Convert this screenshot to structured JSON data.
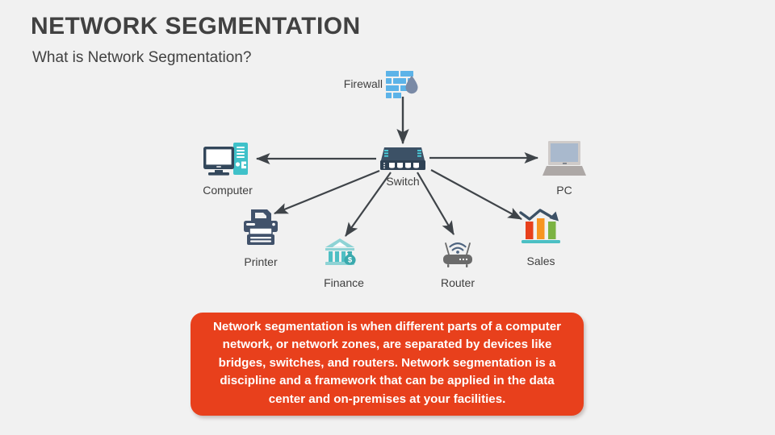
{
  "slide": {
    "title": "NETWORK SEGMENTATION",
    "subtitle": "What is Network Segmentation?",
    "background_color": "#f1f1f1",
    "title_color": "#414141"
  },
  "diagram": {
    "type": "network-topology",
    "center_node": "switch",
    "nodes": [
      {
        "id": "firewall",
        "label": "Firewall",
        "icon": "firewall-icon",
        "colors": [
          "#5cb3e8",
          "#7a8aa6"
        ]
      },
      {
        "id": "switch",
        "label": "Switch",
        "icon": "network-switch-icon",
        "colors": [
          "#3c5166",
          "#2e4154"
        ]
      },
      {
        "id": "computer",
        "label": "Computer",
        "icon": "desktop-computer-icon",
        "colors": [
          "#33475b",
          "#3fc1c9"
        ]
      },
      {
        "id": "pc",
        "label": "PC",
        "icon": "laptop-icon",
        "colors": [
          "#a9b9cd",
          "#ada8a6"
        ]
      },
      {
        "id": "printer",
        "label": "Printer",
        "icon": "printer-icon",
        "colors": [
          "#41526b"
        ]
      },
      {
        "id": "finance",
        "label": "Finance",
        "icon": "bank-money-icon",
        "colors": [
          "#8ed3d5",
          "#3aa9ad"
        ]
      },
      {
        "id": "router",
        "label": "Router",
        "icon": "wifi-router-icon",
        "colors": [
          "#6b6b6b",
          "#4f6580"
        ]
      },
      {
        "id": "sales",
        "label": "Sales",
        "icon": "bar-chart-growth-icon",
        "colors": [
          "#e8401c",
          "#f79521",
          "#7cb342",
          "#3c5166",
          "#4bbfc3"
        ]
      }
    ],
    "edges": [
      {
        "from": "firewall",
        "to": "switch",
        "arrow": "down"
      },
      {
        "from": "switch",
        "to": "computer",
        "arrow": "left"
      },
      {
        "from": "switch",
        "to": "pc",
        "arrow": "right"
      },
      {
        "from": "switch",
        "to": "printer",
        "arrow": "down-left"
      },
      {
        "from": "switch",
        "to": "finance",
        "arrow": "down-left"
      },
      {
        "from": "switch",
        "to": "router",
        "arrow": "down-right"
      },
      {
        "from": "switch",
        "to": "sales",
        "arrow": "down-right"
      }
    ],
    "edge_color": "#3f4449"
  },
  "callout": {
    "text": "Network segmentation is when different parts of a computer network, or network zones, are separated by devices like bridges, switches, and routers. Network segmentation is a discipline and a framework that can be applied in the data center and on-premises at your facilities.",
    "background_color": "#e8401c",
    "text_color": "#ffffff"
  }
}
